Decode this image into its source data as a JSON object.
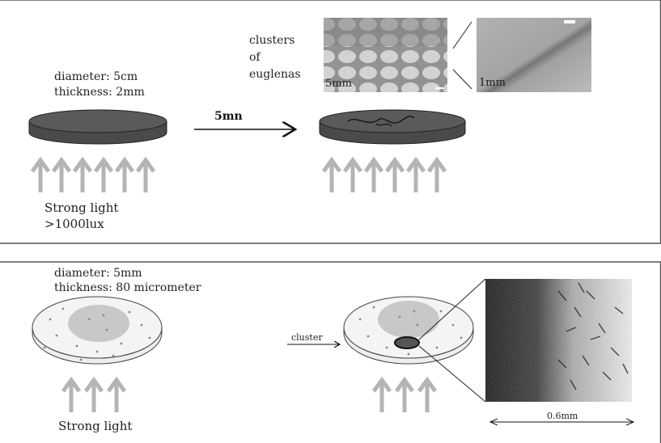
{
  "panel_top": {
    "dish_diameter": "diameter: 5cm",
    "dish_thickness": "thickness: 2mm",
    "arrow_label": "5mn",
    "clusters_line1": "clusters",
    "clusters_line2": "of",
    "clusters_line3": "euglenas",
    "scale_label_left": "5mm",
    "scale_label_right": "1mm",
    "light_line1": "Strong light",
    "light_line2": ">1000lux"
  },
  "panel_bottom": {
    "dish_diameter": "diameter: 5mm",
    "dish_thickness": "thickness: 80 micrometer",
    "cluster_label": "cluster",
    "light_label": "Strong light",
    "scale_label": "0.6mm"
  },
  "colors": {
    "dish_fill": "#5a5a5a",
    "light_arrow": "#b4b4b4",
    "frame": "#555555"
  }
}
